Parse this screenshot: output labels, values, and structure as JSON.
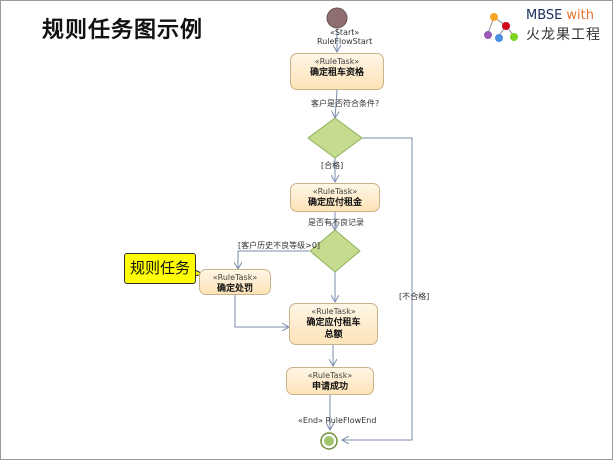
{
  "page": {
    "title": "规则任务图示例"
  },
  "logo": {
    "line1": "MBSE",
    "with": "with",
    "line2": "火龙果工程"
  },
  "diagram": {
    "start_label": "«Start»\nRuleFlowStart",
    "start_stereotype": "«Start»",
    "start_name": "RuleFlowStart",
    "end_label": "«End» RuleFlowEnd",
    "nodes": [
      {
        "stereotype": "«RuleTask»",
        "name": "确定租车资格"
      },
      {
        "stereotype": "«RuleTask»",
        "name": "确定应付租金"
      },
      {
        "stereotype": "«RuleTask»",
        "name": "确定处罚"
      },
      {
        "stereotype": "«RuleTask»",
        "name": "确定应付租车",
        "name2": "总额"
      },
      {
        "stereotype": "«RuleTask»",
        "name": "申请成功"
      }
    ],
    "decision1_label": "客户是否符合条件?",
    "decision1_yes": "[合格]",
    "decision1_no": "[不合格]",
    "decision2_label": "是否有不良记录",
    "decision2_guard": "[客户历史不良等级>0]",
    "callout": "规则任务",
    "colors": {
      "task_fill": "#fde3b8",
      "decision_fill": "#c5dc8f",
      "start_fill": "#8e6e6e",
      "end_fill": "#a3c56b",
      "callout_fill": "#ffff00",
      "edge": "#7b8cae"
    }
  }
}
